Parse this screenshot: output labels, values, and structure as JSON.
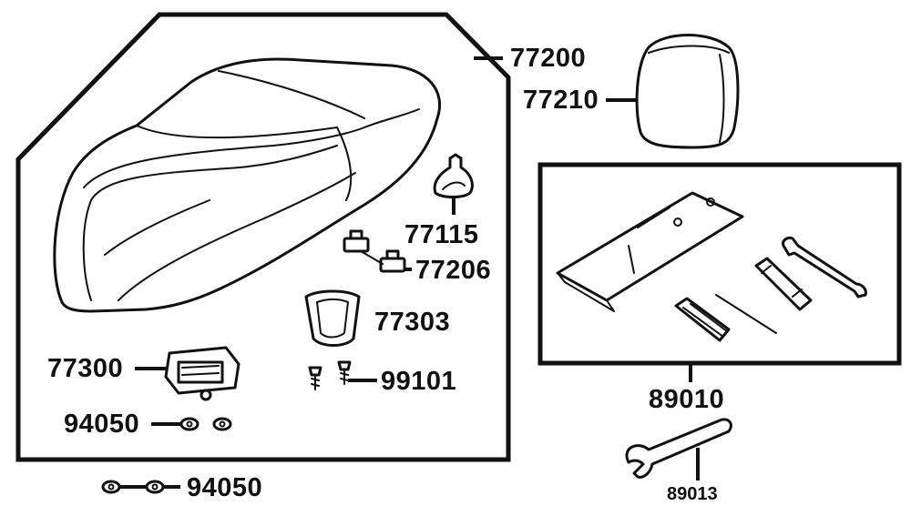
{
  "parts": {
    "seat": "77200",
    "backrest": "77210",
    "seat_hook": "77115",
    "bumper": "77206",
    "lock_cover": "77303",
    "hinge": "77300",
    "screw": "99101",
    "nut_inside": "94050",
    "nut_outside": "94050",
    "tool_kit": "89010",
    "hook_wrench": "89013"
  }
}
